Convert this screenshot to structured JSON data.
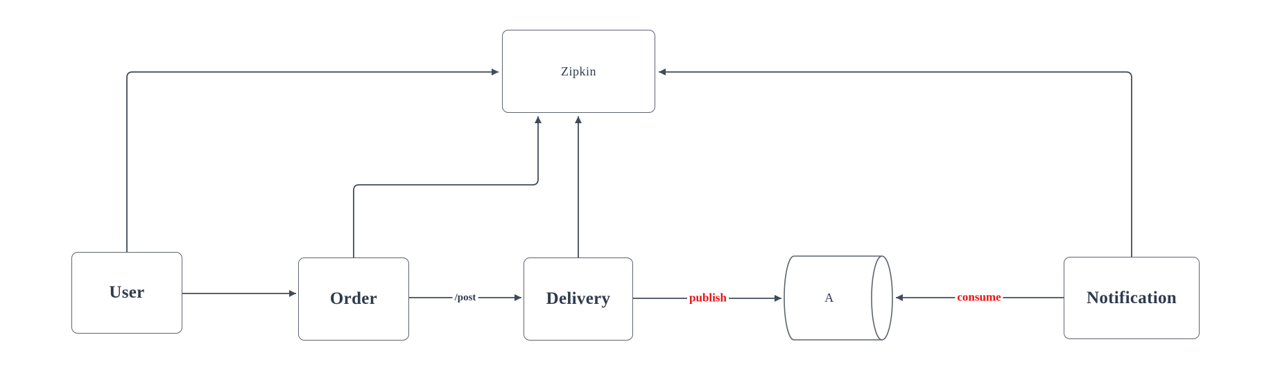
{
  "colors": {
    "background": "#ffffff",
    "stroke": "#5c636e",
    "edge": "#414b59",
    "text": "#2f3b4d",
    "red": "#ee1111"
  },
  "nodes": {
    "zipkin": {
      "label": "Zipkin"
    },
    "user": {
      "label": "User"
    },
    "order": {
      "label": "Order"
    },
    "delivery": {
      "label": "Delivery"
    },
    "queue": {
      "label": "A"
    },
    "notification": {
      "label": "Notification"
    }
  },
  "edges": {
    "order_to_delivery": {
      "label": "/post"
    },
    "delivery_to_queue": {
      "label": "publish"
    },
    "notification_to_queue": {
      "label": "consume"
    }
  }
}
